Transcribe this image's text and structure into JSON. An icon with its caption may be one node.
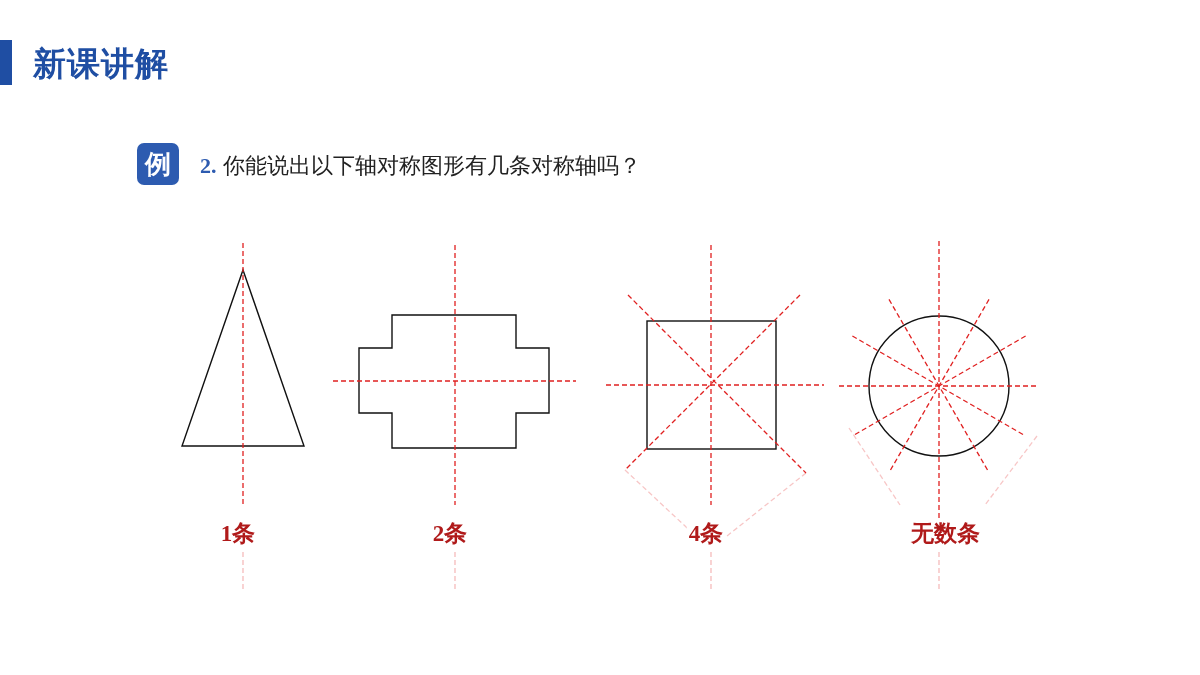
{
  "diagram": {
    "title": "新课讲解",
    "nodes": [
      {
        "text": [],
        "shape": "triangle",
        "beside": [
          "1条"
        ]
      },
      {
        "text": [],
        "shape": "cross",
        "beside": [
          "2条"
        ]
      },
      {
        "text": [],
        "shape": "square",
        "beside": [
          "4条"
        ]
      },
      {
        "text": [],
        "shape": "circle",
        "beside": [
          "无数条"
        ]
      }
    ],
    "edges": [],
    "labels": [
      "例",
      "**2.** 你能说出以下轴对称图形有几条对称轴吗？"
    ]
  }
}
